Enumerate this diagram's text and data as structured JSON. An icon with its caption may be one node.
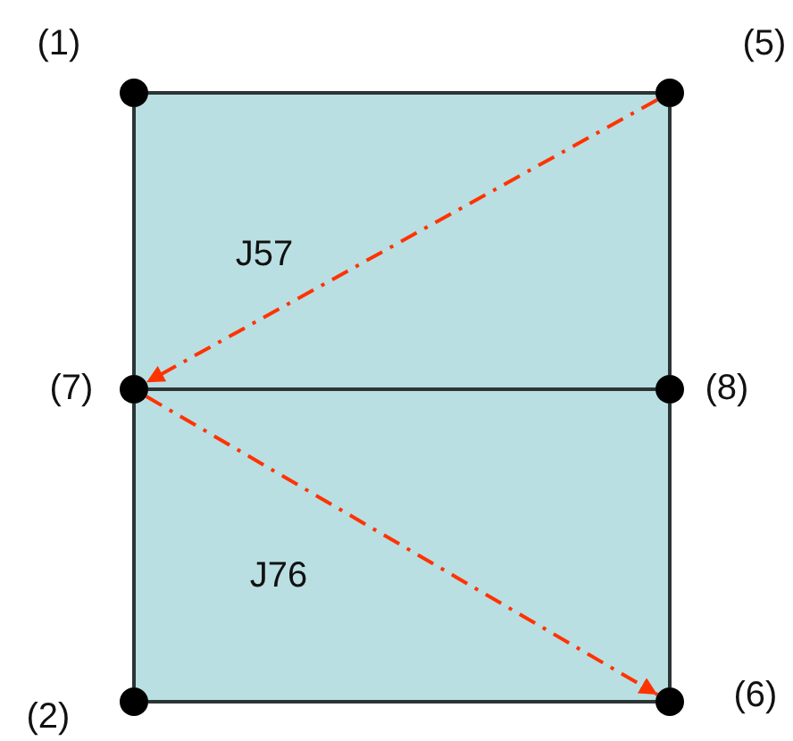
{
  "diagram": {
    "nodes": [
      {
        "text": [],
        "shape": "circle",
        "beside": [
          "(1)"
        ]
      },
      {
        "text": [],
        "shape": "circle",
        "beside": [
          "(5)"
        ]
      },
      {
        "text": [],
        "shape": "circle",
        "beside": [
          "(7)"
        ]
      },
      {
        "text": [],
        "shape": "circle",
        "beside": [
          "(8)"
        ]
      },
      {
        "text": [],
        "shape": "circle",
        "beside": [
          "(2)"
        ]
      },
      {
        "text": [],
        "shape": "circle",
        "beside": [
          "(6)"
        ]
      }
    ],
    "edges": [
      {
        "from": 0,
        "to": 1,
        "arrow": "none"
      },
      {
        "from": 1,
        "to": 3,
        "arrow": "none"
      },
      {
        "from": 3,
        "to": 5,
        "arrow": "none"
      },
      {
        "from": 5,
        "to": 4,
        "arrow": "none"
      },
      {
        "from": 4,
        "to": 2,
        "arrow": "none"
      },
      {
        "from": 2,
        "to": 0,
        "arrow": "none"
      },
      {
        "from": 1,
        "to": 2,
        "arrow": "to",
        "style": "dashed",
        "color": "#ff3300"
      },
      {
        "from": 2,
        "to": 3,
        "arrow": "none"
      },
      {
        "from": 2,
        "to": 5,
        "arrow": "to",
        "style": "dashed",
        "color": "#ff3300"
      }
    ],
    "labels": [
      "J57",
      "J76"
    ]
  }
}
